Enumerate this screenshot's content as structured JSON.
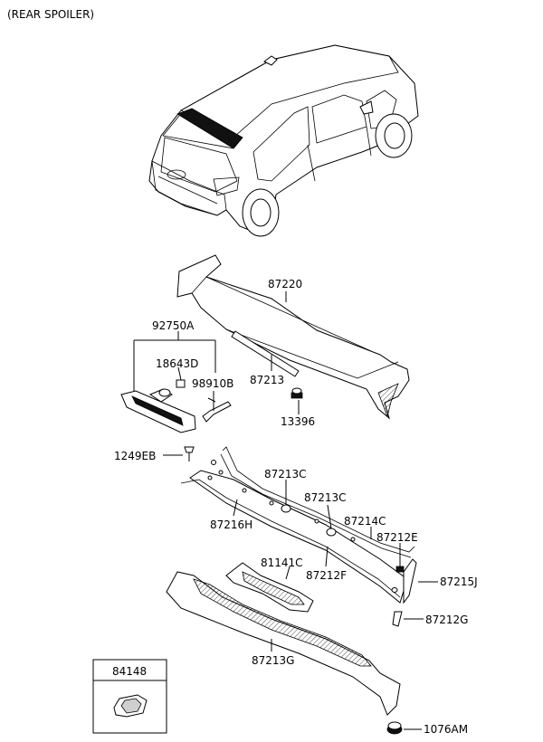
{
  "title": "(REAR SPOILER)",
  "parts": {
    "p87220": "87220",
    "p92750A": "92750A",
    "p18643D": "18643D",
    "p98910B": "98910B",
    "p87213": "87213",
    "p13396": "13396",
    "p1249EB": "1249EB",
    "p87213C_1": "87213C",
    "p87213C_2": "87213C",
    "p87214C": "87214C",
    "p87212E": "87212E",
    "p87216H": "87216H",
    "p81141C": "81141C",
    "p87212F": "87212F",
    "p87215J": "87215J",
    "p87212G": "87212G",
    "p87213G": "87213G",
    "p84148": "84148",
    "p1076AM": "1076AM"
  }
}
